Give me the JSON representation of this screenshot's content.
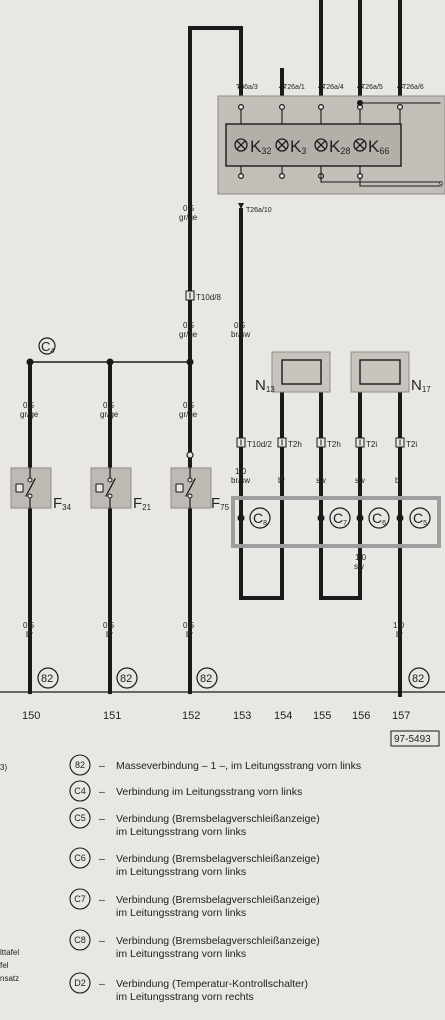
{
  "diagram": {
    "code": "97-5493",
    "left_margin": [
      "3)",
      "lttafel",
      "fel",
      "nsatz"
    ],
    "instrument_cluster": {
      "top_terminals": [
        "T26a/3",
        "T26a/1",
        "T26a/4",
        "T26a/5",
        "T26a/6"
      ],
      "bottom_terminal": "T26a/10",
      "lamps": [
        {
          "base": "K",
          "sub": "32"
        },
        {
          "base": "K",
          "sub": "3"
        },
        {
          "base": "K",
          "sub": "28"
        },
        {
          "base": "K",
          "sub": "66"
        }
      ],
      "edge_label": "g"
    },
    "wire_labels": {
      "w152_top": {
        "size": "0,5",
        "color": "gr/ge"
      },
      "w152_mid": {
        "size": "0,5",
        "color": "gr/ge"
      },
      "w153_mid": {
        "size": "0,5",
        "color": "br/sw"
      },
      "w150": {
        "size": "0,5",
        "color": "gr/ge"
      },
      "w151": {
        "size": "0,5",
        "color": "gr/ge"
      },
      "w152_low": {
        "size": "0,5",
        "color": "gr/ge"
      },
      "w153_low": {
        "size": "1,0",
        "color": "br/sw"
      },
      "w154": {
        "color": "br"
      },
      "w155": {
        "color": "sw"
      },
      "w156": {
        "color": "sw"
      },
      "w157": {
        "color": "br"
      },
      "w156_bottom": {
        "size": "1,0",
        "color": "sw"
      },
      "g150": {
        "size": "0,5",
        "color": "br"
      },
      "g151": {
        "size": "0,5",
        "color": "br"
      },
      "g152": {
        "size": "0,5",
        "color": "br"
      },
      "g157": {
        "size": "1,0",
        "color": "br"
      }
    },
    "connectors": {
      "t10d8": "T10d/8",
      "t10d2": "T10d/2",
      "t2h_a": "T2h",
      "t2h_b": "T2h",
      "t2i_a": "T2i",
      "t2i_b": "T2i"
    },
    "sensors": [
      {
        "base": "N",
        "sub": "13"
      },
      {
        "base": "N",
        "sub": "17"
      }
    ],
    "switches": [
      {
        "base": "F",
        "sub": "34"
      },
      {
        "base": "F",
        "sub": "21"
      },
      {
        "base": "F",
        "sub": "75"
      }
    ],
    "splice_points": {
      "c4": {
        "base": "C",
        "sub": "4"
      },
      "c8": {
        "base": "C",
        "sub": "8"
      },
      "c7": {
        "base": "C",
        "sub": "7"
      },
      "c6": {
        "base": "C",
        "sub": "6"
      },
      "c5": {
        "base": "C",
        "sub": "5"
      }
    },
    "ground_tag": "82",
    "tracks": [
      "150",
      "151",
      "152",
      "153",
      "154",
      "155",
      "156",
      "157"
    ]
  },
  "legend": [
    {
      "code": "82",
      "dash": "–",
      "text": "Masseverbindung – 1 –, im Leitungsstrang vorn links"
    },
    {
      "code": "C4",
      "dash": "–",
      "text": "Verbindung im Leitungsstrang vorn links"
    },
    {
      "code": "C5",
      "dash": "–",
      "text": "Verbindung (Bremsbelagverschleißanzeige)\nim Leitungsstrang vorn links"
    },
    {
      "code": "C6",
      "dash": "–",
      "text": "Verbindung (Bremsbelagverschleißanzeige)\nim Leitungsstrang vorn links"
    },
    {
      "code": "C7",
      "dash": "–",
      "text": "Verbindung (Bremsbelagverschleißanzeige)\nim Leitungsstrang vorn links"
    },
    {
      "code": "C8",
      "dash": "–",
      "text": "Verbindung (Bremsbelagverschleißanzeige)\nim Leitungsstrang vorn links"
    },
    {
      "code": "D2",
      "dash": "–",
      "text": "Verbindung (Temperatur-Kontrollschalter)\nim Leitungsstrang vorn rechts"
    }
  ],
  "colors": {
    "background": "#e9e7e3",
    "wire": "#1a1a1a",
    "component_fill": "#bdbab4",
    "component_fill_light": "#d3d0ca",
    "highlight": "#9e9e9e"
  }
}
